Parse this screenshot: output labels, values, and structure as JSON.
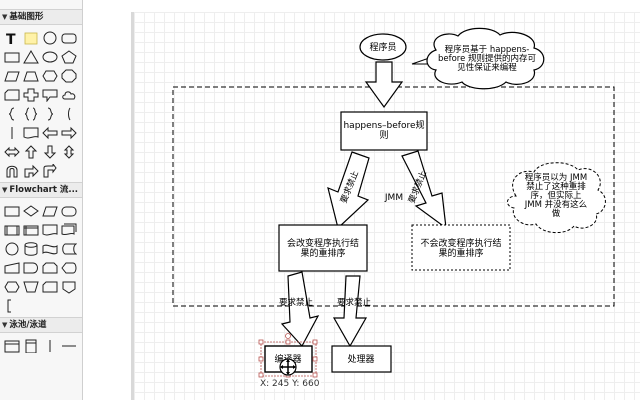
{
  "sidebar": {
    "sections": [
      {
        "label": "基础图形",
        "expanded": true
      },
      {
        "label": "Flowchart 流...",
        "expanded": true
      },
      {
        "label": "泳池/泳道",
        "expanded": true
      }
    ],
    "basic_shapes": [
      "text-shape-icon",
      "note-shape-icon",
      "circle-shape-icon",
      "rounded-rect-shape-icon",
      "rectangle-shape-icon",
      "triangle-shape-icon",
      "ellipse-shape-icon",
      "pentagon-shape-icon",
      "parallelogram-shape-icon",
      "trapezoid-shape-icon",
      "hexagon-shape-icon",
      "octagon-shape-icon",
      "card-shape-icon",
      "cross-shape-icon",
      "callout-shape-icon",
      "cloud-shape-icon",
      "left-brace-shape-icon",
      "brace-pair-shape-icon",
      "right-brace-shape-icon",
      "bracket-shape-icon",
      "line-shape-icon",
      "document-shape-icon",
      "arrow-left-shape-icon",
      "arrow-right-shape-icon",
      "double-arrow-shape-icon",
      "arrow-up-shape-icon",
      "arrow-down-shape-icon",
      "updown-arrow-shape-icon",
      "u-turn-shape-icon",
      "bent-arrow-shape-icon",
      "bent-arrow-alt-shape-icon"
    ],
    "flowchart_shapes": [
      "process-shape-icon",
      "decision-shape-icon",
      "data-shape-icon",
      "terminator-shape-icon",
      "predefined-shape-icon",
      "internal-storage-shape-icon",
      "document-shape-icon",
      "multi-document-shape-icon",
      "circle-shape-icon",
      "database-shape-icon",
      "tape-shape-icon",
      "stored-data-shape-icon",
      "manual-input-shape-icon",
      "delay-shape-icon",
      "loop-limit-shape-icon",
      "display-shape-icon",
      "prep-shape-icon",
      "manual-op-shape-icon",
      "card-shape-icon",
      "off-page-shape-icon",
      "annotation-shape-icon"
    ],
    "swimlane_shapes": [
      "pool-horizontal-shape-icon",
      "pool-vertical-shape-icon",
      "lane-vertical-shape-icon",
      "lane-horizontal-shape-icon"
    ]
  },
  "diagram": {
    "programmer": "程序员",
    "cloud1_lines": [
      "程序员基于 happens-",
      "before 规则提供的内存可",
      "见性保证来编程"
    ],
    "happens_before_lines": [
      "happens–before规",
      "则"
    ],
    "jmm_label": "JMM",
    "require_forbid_left": "要求禁止",
    "require_forbid_right": "要求禁止",
    "reorder_change_lines": [
      "会改变程序执行结",
      "果的重排序"
    ],
    "reorder_nochange_lines": [
      "不会改变程序执行结",
      "果的重排序"
    ],
    "cloud2_lines": [
      "程序员以为 JMM",
      "禁止了这种重排",
      "序，但实际上",
      "JMM 并没有这么",
      "做"
    ],
    "require_forbid_bottom_left": "要求禁止",
    "require_forbid_bottom_right": "要求禁止",
    "compiler": "编译器",
    "processor": "处理器"
  },
  "status": {
    "coords": "X: 245  Y: 660"
  },
  "colors": {
    "selection": "#b85450",
    "grid": "#eeeeee",
    "sidebar_bg": "#f7f7f7"
  }
}
